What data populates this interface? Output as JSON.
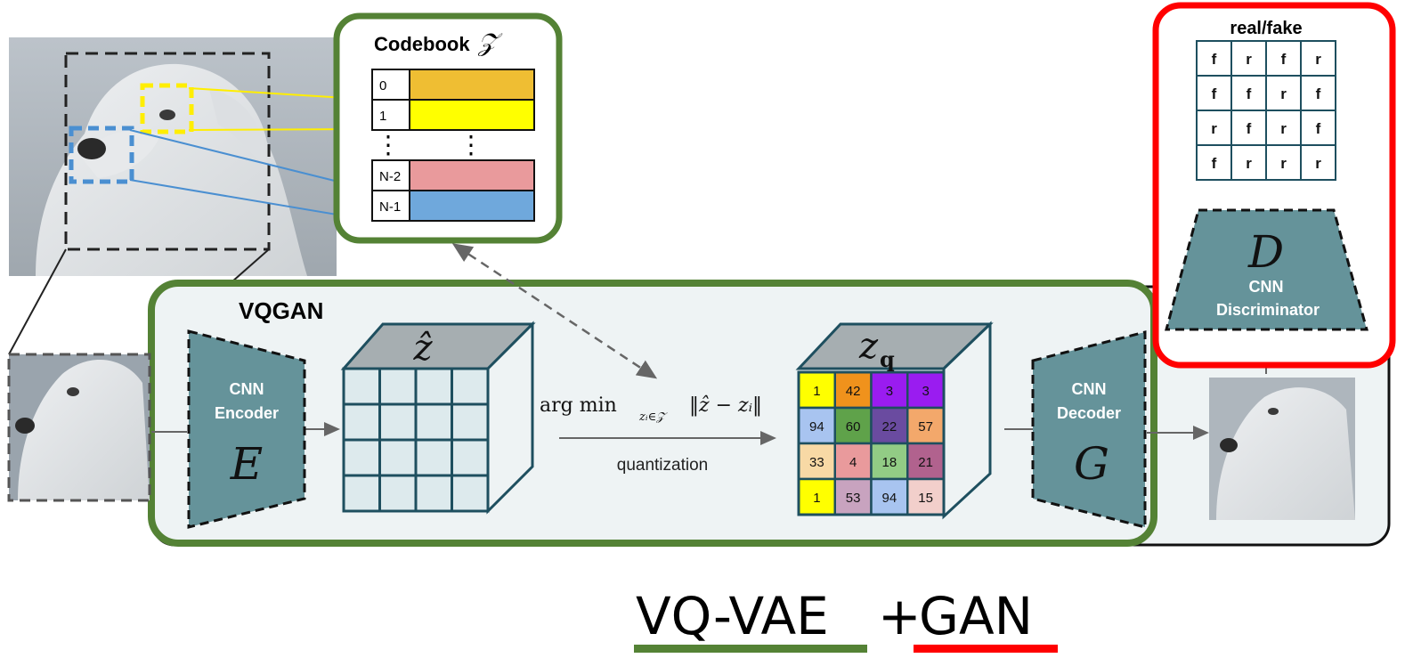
{
  "codebook": {
    "title": "Codebook",
    "symbol": "𝒵",
    "rows": [
      {
        "index": "0",
        "color": "#EFBE33"
      },
      {
        "index": "1",
        "color": "#FFFF00"
      },
      {
        "index": "N-2",
        "color": "#E99A9C"
      },
      {
        "index": "N-1",
        "color": "#6FA8DC"
      }
    ]
  },
  "discriminator": {
    "output_title": "real/fake",
    "grid": [
      [
        "f",
        "r",
        "f",
        "r"
      ],
      [
        "f",
        "f",
        "r",
        "f"
      ],
      [
        "r",
        "f",
        "r",
        "f"
      ],
      [
        "f",
        "r",
        "r",
        "r"
      ]
    ],
    "symbol": "D",
    "label_line1": "CNN",
    "label_line2": "Discriminator"
  },
  "vqgan": {
    "title": "VQGAN",
    "encoder": {
      "line1": "CNN",
      "line2": "Encoder",
      "symbol": "E"
    },
    "decoder": {
      "line1": "CNN",
      "line2": "Decoder",
      "symbol": "G"
    },
    "zhat_label": "ẑ",
    "zq_label": "z",
    "zq_subscript": "q",
    "quant_formula_prefix": "arg min",
    "quant_formula_subscript": "zᵢ∈𝒵",
    "quant_formula_norm": "‖ẑ − zᵢ‖",
    "quant_label": "quantization",
    "zq_cells": [
      {
        "value": "1",
        "color": "#FFFF00"
      },
      {
        "value": "42",
        "color": "#F0921C"
      },
      {
        "value": "3",
        "color": "#9A1CF0"
      },
      {
        "value": "3",
        "color": "#9A1CF0"
      },
      {
        "value": "94",
        "color": "#A8C4F0"
      },
      {
        "value": "60",
        "color": "#5FA24A"
      },
      {
        "value": "22",
        "color": "#6A4BA0"
      },
      {
        "value": "57",
        "color": "#F3A86B"
      },
      {
        "value": "33",
        "color": "#F8D9A5"
      },
      {
        "value": "4",
        "color": "#E99A9C"
      },
      {
        "value": "18",
        "color": "#92CC85"
      },
      {
        "value": "21",
        "color": "#B1628E"
      },
      {
        "value": "1",
        "color": "#FFFF00"
      },
      {
        "value": "53",
        "color": "#C8A3BF"
      },
      {
        "value": "94",
        "color": "#A8C4F0"
      },
      {
        "value": "15",
        "color": "#F2CFCB"
      }
    ]
  },
  "caption": {
    "left": "VQ-VAE",
    "plus": "+",
    "right": "GAN",
    "left_underline_color": "#548235",
    "right_underline_color": "#FF0000"
  },
  "colors": {
    "vqgan_border": "#548235",
    "gan_border": "#FF0000",
    "teal": "#65939A",
    "panel_bg": "#EEF3F4",
    "cube_front": "#DDEAED",
    "cube_top": "#A6AEB1"
  }
}
